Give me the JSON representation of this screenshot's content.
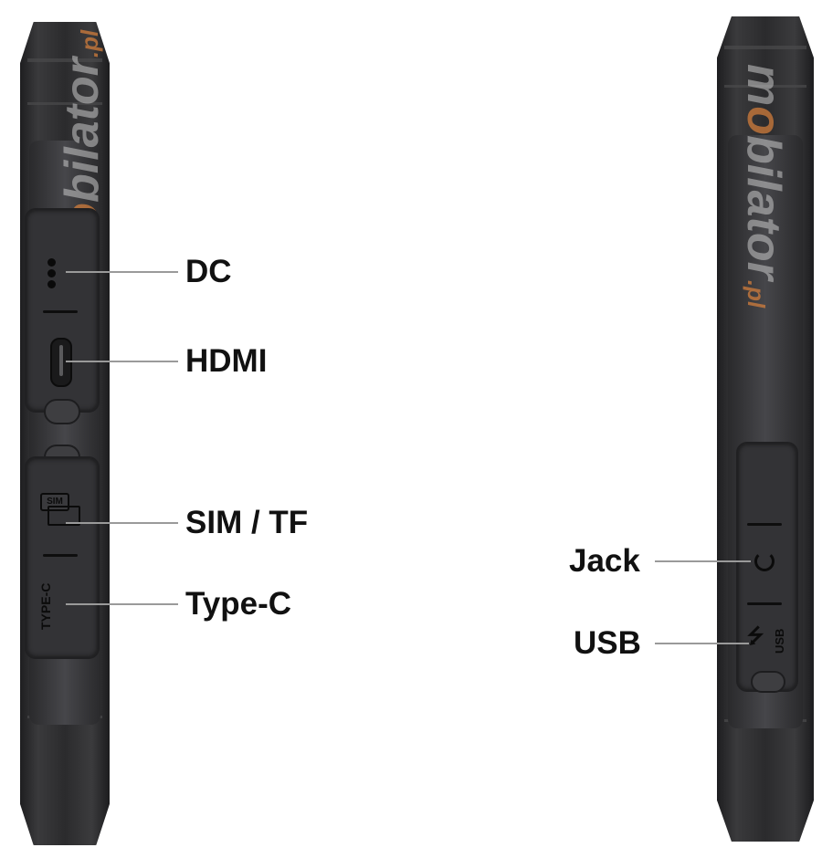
{
  "watermark": "mobilator.pl",
  "left_device": {
    "labels": {
      "dc": "DC",
      "hdmi": "HDMI",
      "sim_tf": "SIM / TF",
      "type_c": "Type-C"
    },
    "printed": {
      "sim": "SIM",
      "type_c": "TYPE-C"
    }
  },
  "right_device": {
    "labels": {
      "jack": "Jack",
      "usb": "USB"
    },
    "printed": {
      "usb": "USB"
    }
  }
}
